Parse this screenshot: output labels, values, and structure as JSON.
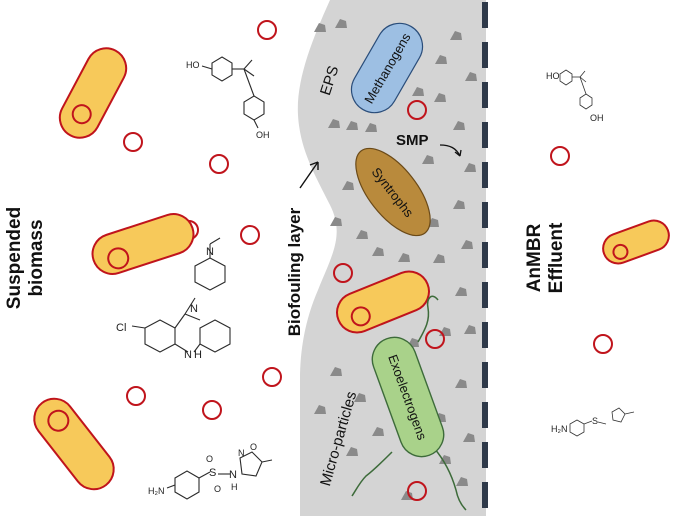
{
  "labels": {
    "suspended_biomass_line1": "Suspended",
    "suspended_biomass_line2": "biomass",
    "biofouling_layer": "Biofouling layer",
    "eps": "EPS",
    "smp": "SMP",
    "micro_particles": "Micro-particles",
    "anmbr_line1": "AnMBR",
    "anmbr_line2": "Effluent",
    "methanogens": "Methanogens",
    "syntrophs": "Syntrophs",
    "exoelectrogens": "Exoelectrogens"
  },
  "chemical_labels": {
    "bpa_oh_top": "HO",
    "bpa_oh_bottom": "OH",
    "clozapine_n_methyl": "N",
    "clozapine_cl": "Cl",
    "clozapine_n_ring": "N",
    "clozapine_nh": "N",
    "clozapine_h": "H",
    "smx_h2n": "H₂N",
    "smx_s": "S",
    "smx_o1": "O",
    "smx_o2": "O",
    "smx_nh": "N",
    "smx_h": "H",
    "smx_n": "N",
    "smx_o": "O"
  },
  "colors": {
    "biofilm_gray": "#d4d4d4",
    "particle_gray": "#8a8a8a",
    "bacterium_fill": "#f7c95a",
    "bacterium_stroke": "#c0141c",
    "nucleus_stroke": "#c0141c",
    "methanogen_fill": "#9dbfe3",
    "syntroph_fill": "#b98a3c",
    "exoelectrogen_fill": "#a9d28a",
    "membrane": "#2f3a4a",
    "flagella": "#3d6b3a"
  }
}
